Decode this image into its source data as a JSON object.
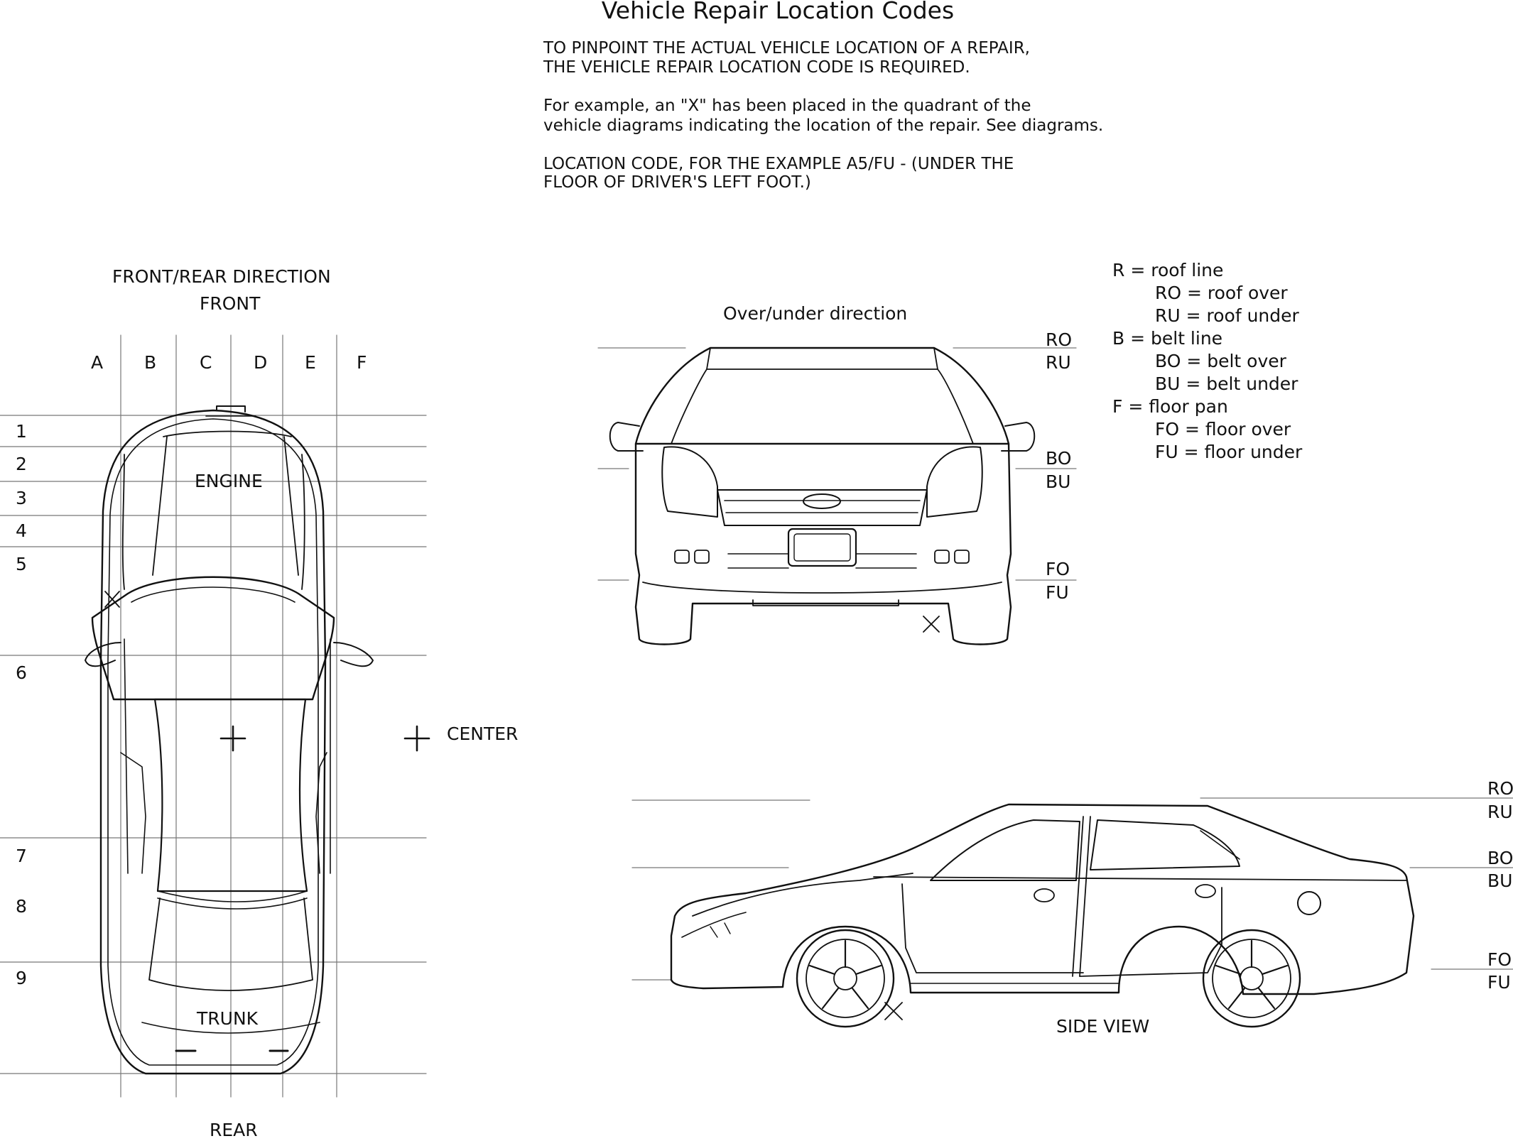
{
  "title": "Vehicle Repair Location Codes",
  "intro": {
    "line1": "TO PINPOINT THE ACTUAL VEHICLE LOCATION OF A REPAIR,",
    "line2": "THE VEHICLE REPAIR LOCATION CODE IS REQUIRED.",
    "line3": "For example, an \"X\" has been placed in the quadrant of the",
    "line4": "vehicle diagrams indicating the location of the repair. See diagrams.",
    "line5": "LOCATION CODE, FOR THE EXAMPLE A5/FU - (UNDER THE",
    "line6": "FLOOR OF DRIVER'S LEFT FOOT.)"
  },
  "top_view": {
    "heading": "FRONT/REAR DIRECTION",
    "front": "FRONT",
    "rear": "REAR",
    "columns": [
      "A",
      "B",
      "C",
      "D",
      "E",
      "F"
    ],
    "rows": [
      "1",
      "2",
      "3",
      "4",
      "5",
      "6",
      "7",
      "8",
      "9"
    ],
    "engine": "ENGINE",
    "trunk": "TRUNK",
    "center": "CENTER"
  },
  "front_view": {
    "heading": "Over/under direction",
    "ro": "RO",
    "ru": "RU",
    "bo": "BO",
    "bu": "BU",
    "fo": "FO",
    "fu": "FU"
  },
  "legend": {
    "r": "R = roof line",
    "ro": "RO = roof over",
    "ru": "RU = roof under",
    "b": "B = belt line",
    "bo": "BO = belt over",
    "bu": "BU = belt under",
    "f": "F = floor pan",
    "fo": "FO = floor over",
    "fu": "FU = floor under"
  },
  "side_view": {
    "caption": "SIDE VIEW",
    "ro": "RO",
    "ru": "RU",
    "bo": "BO",
    "bu": "BU",
    "fo": "FO",
    "fu": "FU"
  },
  "example_mark": "×"
}
